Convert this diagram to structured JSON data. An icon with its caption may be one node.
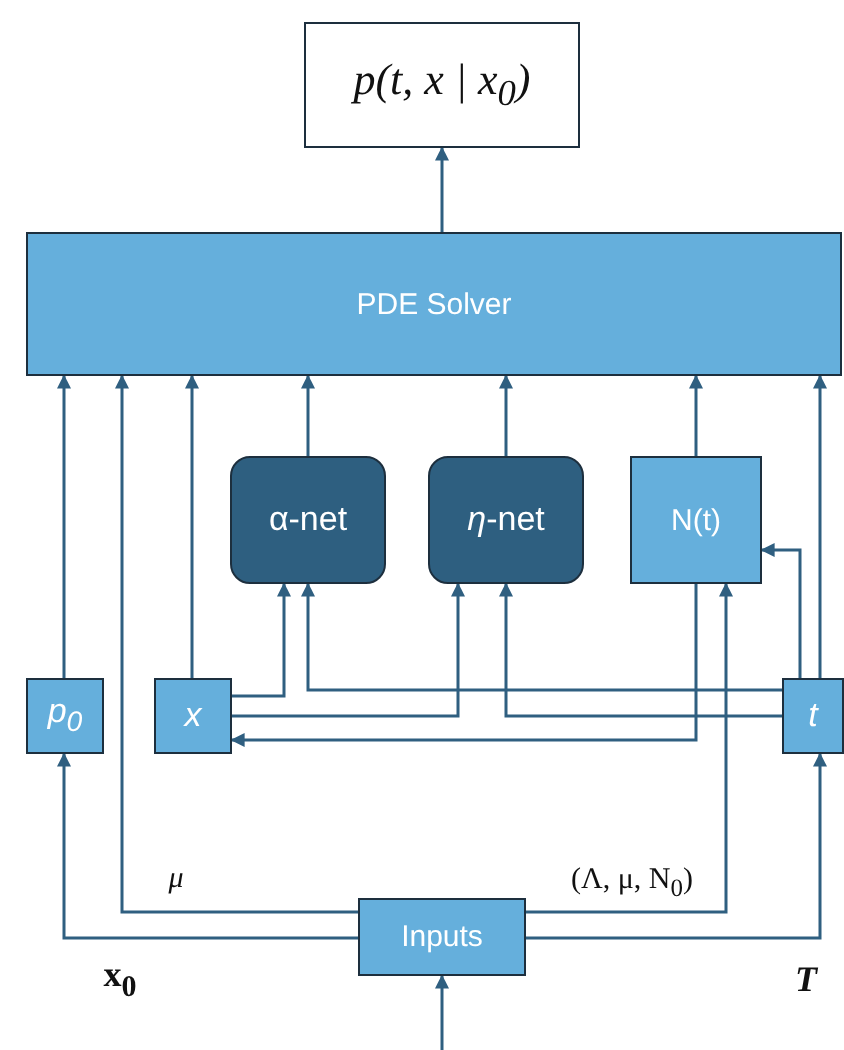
{
  "diagram": {
    "nodes": [
      {
        "text": [
          "p(t, x | x$_{0}$)"
        ]
      },
      {
        "text": [
          "PDE Solver"
        ]
      },
      {
        "text": [
          "α-net"
        ]
      },
      {
        "text": [
          "*η*-net"
        ]
      },
      {
        "text": [
          "N(t)"
        ]
      },
      {
        "text": [
          "p$_{0}$"
        ]
      },
      {
        "text": [
          "x"
        ]
      },
      {
        "text": [
          "t"
        ]
      },
      {
        "text": [
          "Inputs"
        ]
      }
    ],
    "edges": [
      {
        "from": 1,
        "to": 0,
        "arrow": "to"
      },
      {
        "from": 5,
        "to": 1,
        "arrow": "to"
      },
      {
        "from": 8,
        "to": 1,
        "arrow": "to",
        "label": "μ"
      },
      {
        "from": 6,
        "to": 1,
        "arrow": "to"
      },
      {
        "from": 2,
        "to": 1,
        "arrow": "to"
      },
      {
        "from": 3,
        "to": 1,
        "arrow": "to"
      },
      {
        "from": 4,
        "to": 1,
        "arrow": "to"
      },
      {
        "from": 7,
        "to": 1,
        "arrow": "to"
      },
      {
        "from": 6,
        "to": 2,
        "arrow": "to"
      },
      {
        "from": 7,
        "to": 2,
        "arrow": "to"
      },
      {
        "from": 6,
        "to": 3,
        "arrow": "to"
      },
      {
        "from": 7,
        "to": 3,
        "arrow": "to"
      },
      {
        "from": 4,
        "to": 6,
        "arrow": "to"
      },
      {
        "from": 7,
        "to": 4,
        "arrow": "to"
      },
      {
        "from": 8,
        "to": 4,
        "arrow": "to",
        "label": "(Λ, μ, N$_{0}$)"
      },
      {
        "from": 8,
        "to": 5,
        "arrow": "to",
        "label": "x$_{0}$"
      },
      {
        "from": 8,
        "to": 7,
        "arrow": "to",
        "label": "T"
      },
      {
        "from": null,
        "to": 8,
        "arrow": "to"
      }
    ]
  }
}
